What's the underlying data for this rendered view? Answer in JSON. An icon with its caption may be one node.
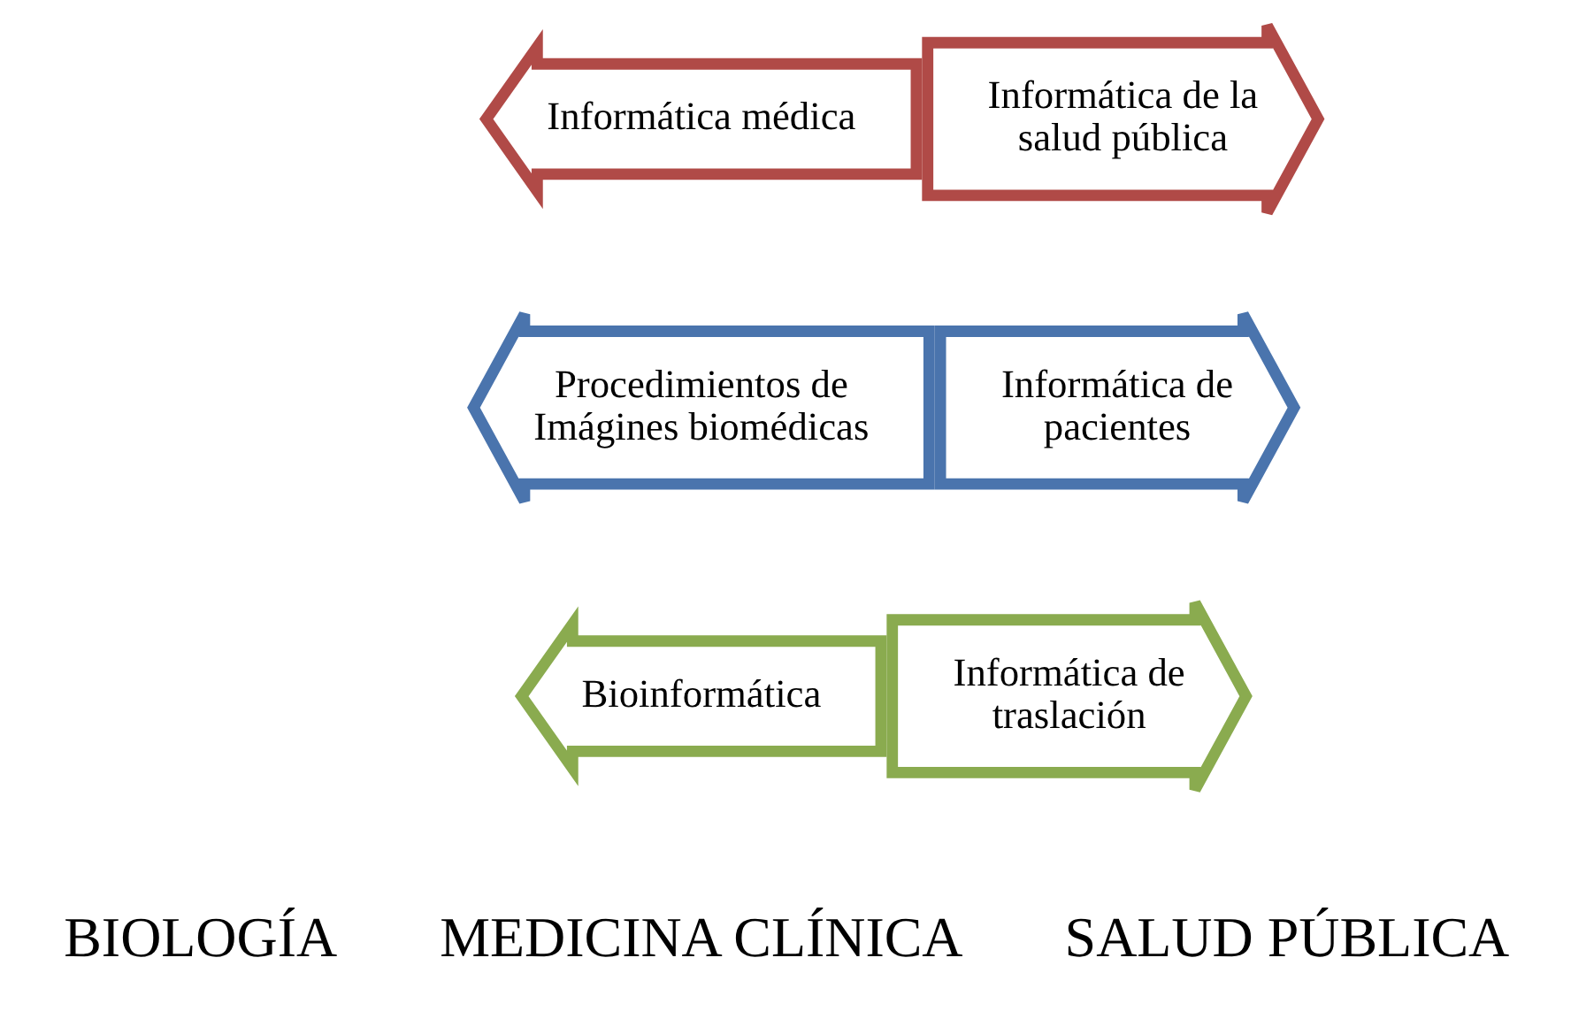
{
  "diagram": {
    "nodes": [
      {
        "text": [
          "Informática médica"
        ]
      },
      {
        "text": [
          "Informática de la salud pública"
        ]
      },
      {
        "text": [
          "Procedimientos de Imágines biomédicas"
        ]
      },
      {
        "text": [
          "Informática de pacientes"
        ]
      },
      {
        "text": [
          "Bioinformática"
        ]
      },
      {
        "text": [
          "Informática de traslación"
        ]
      }
    ],
    "edges": [],
    "labels": [
      "BIOLOGÍA",
      "MEDICINA CLÍNICA",
      "SALUD PÚBLICA"
    ]
  }
}
